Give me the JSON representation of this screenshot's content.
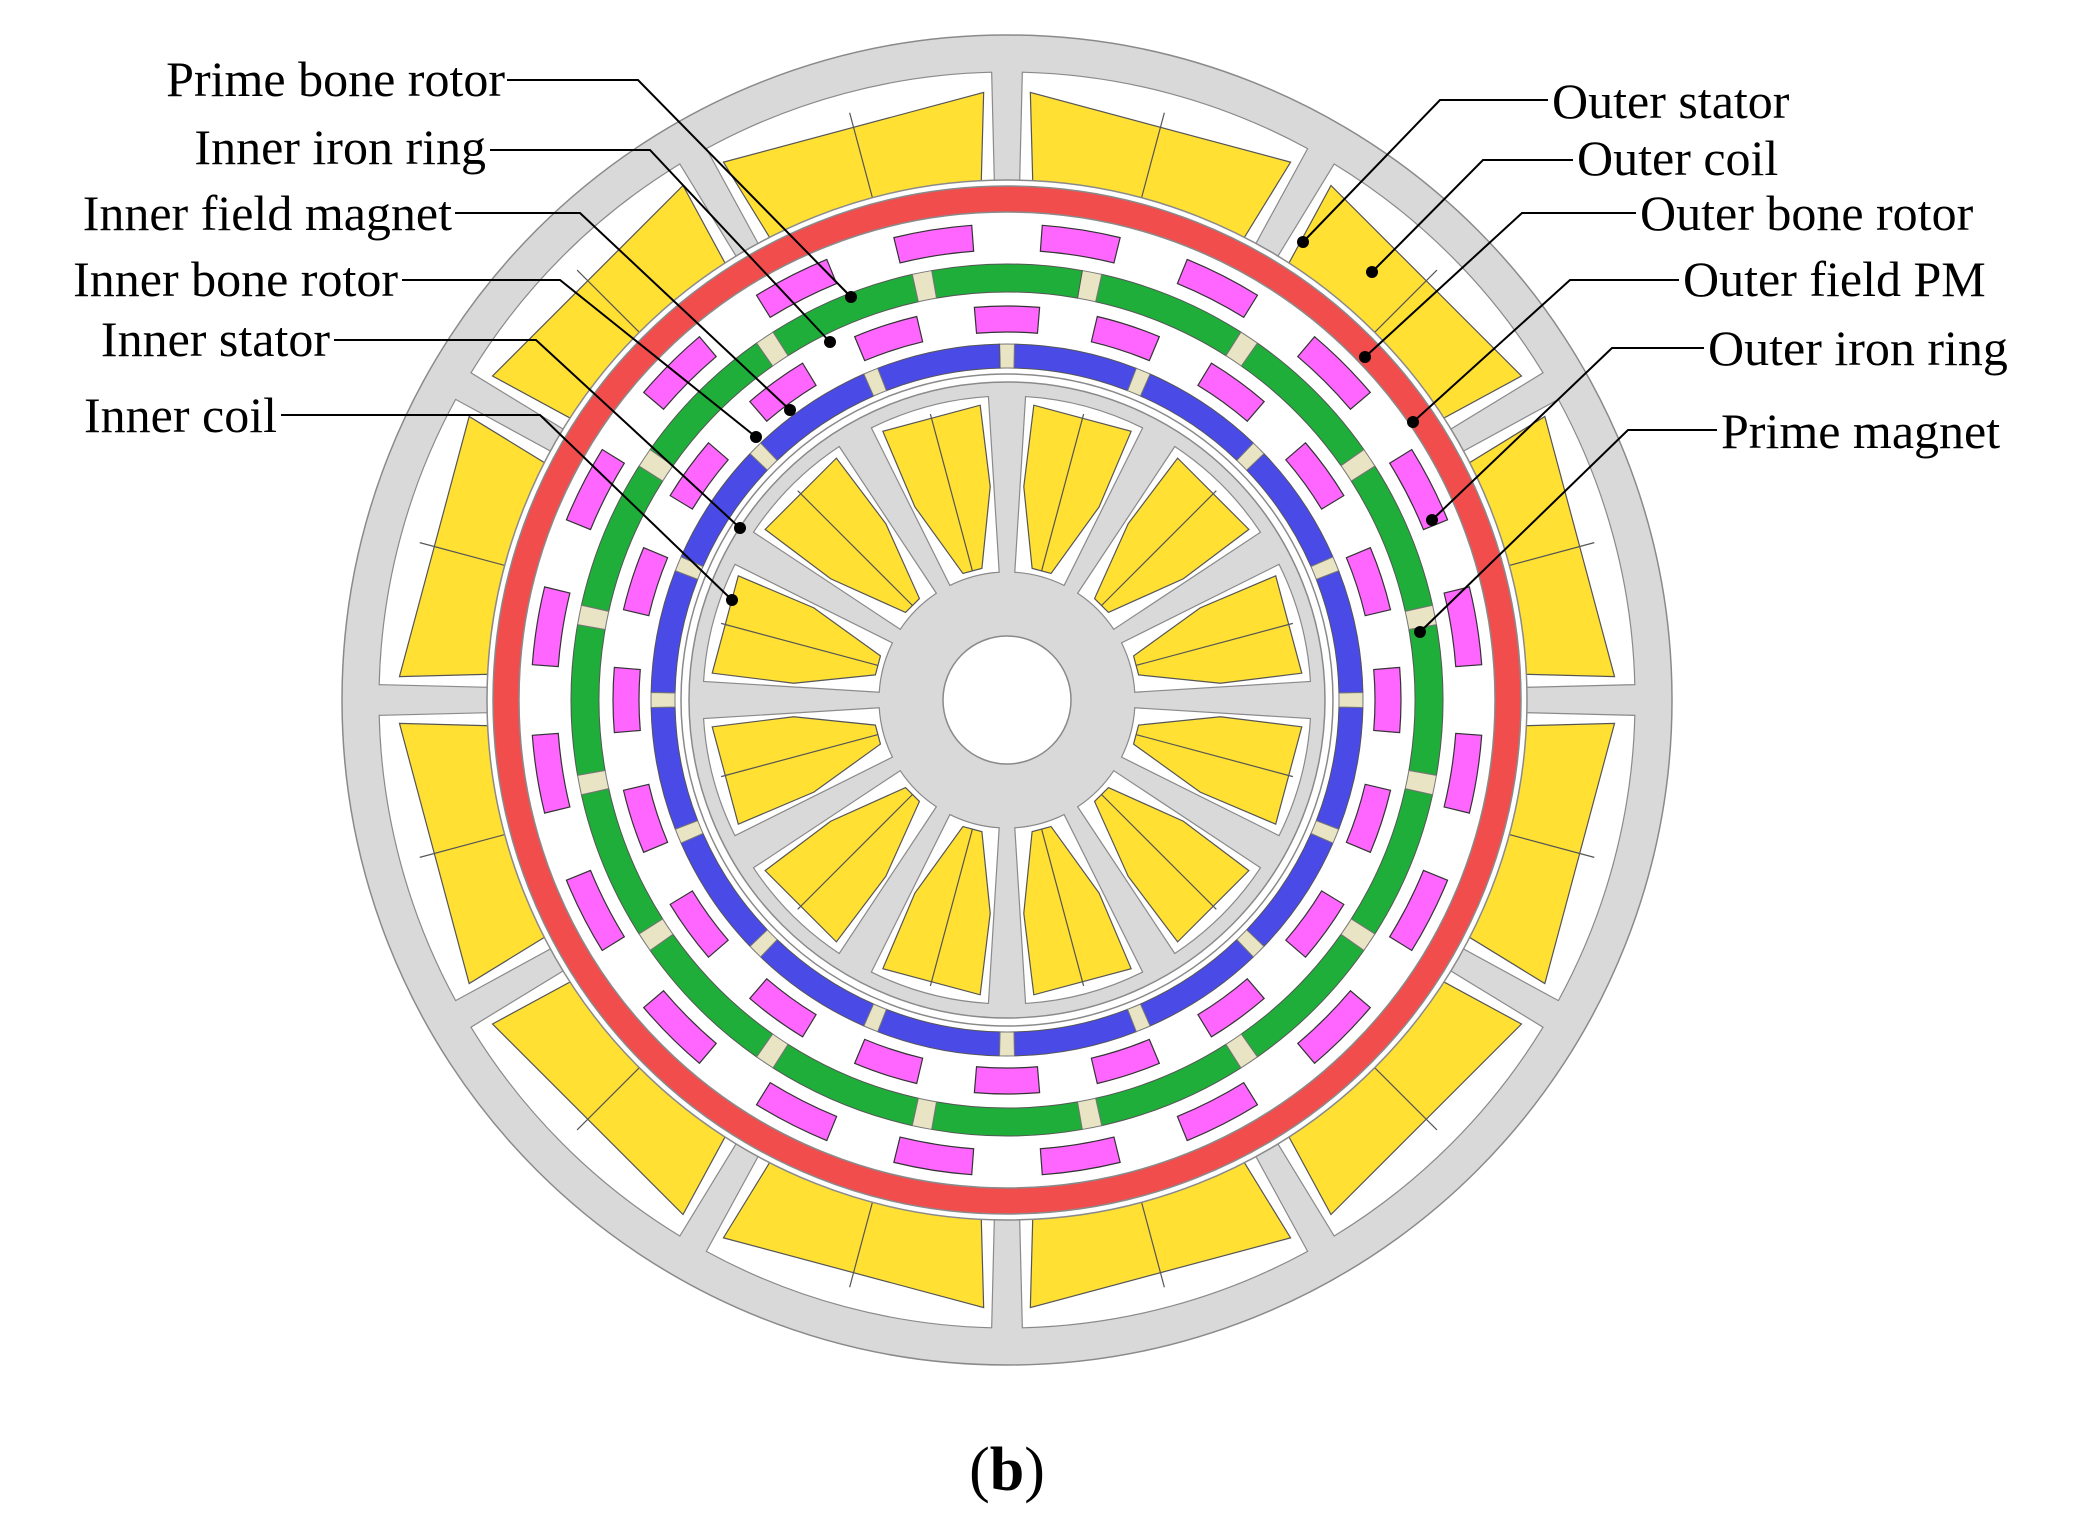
{
  "labels": {
    "prime_bone_rotor": "Prime bone rotor",
    "inner_iron_ring": "Inner iron ring",
    "inner_field_magnet": "Inner field magnet",
    "inner_bone_rotor": "Inner bone rotor",
    "inner_stator": "Inner stator",
    "inner_coil": "Inner coil",
    "outer_stator": "Outer stator",
    "outer_coil": "Outer coil",
    "outer_bone_rotor": "Outer bone rotor",
    "outer_field_pm": "Outer field PM",
    "outer_iron_ring": "Outer iron ring",
    "prime_magnet": "Prime magnet"
  },
  "caption": {
    "open": "(",
    "letter": "b",
    "close": ")"
  },
  "colors": {
    "iron": "#d9d9d9",
    "coil": "#ffe033",
    "outer_iron_ring": "#f24d4d",
    "prime_bone_rotor": "#1fae3a",
    "inner_iron_ring": "#4a4ae6",
    "magnet": "#ff66ff",
    "spacer": "#e8e4c4"
  },
  "counts": {
    "outer_stator_slots": 12,
    "inner_stator_slots": 12,
    "outer_field_pm": 20,
    "inner_field_magnets": 20,
    "outer_bone_rotor_segments": 16,
    "prime_bone_rotor_segments": 16
  }
}
